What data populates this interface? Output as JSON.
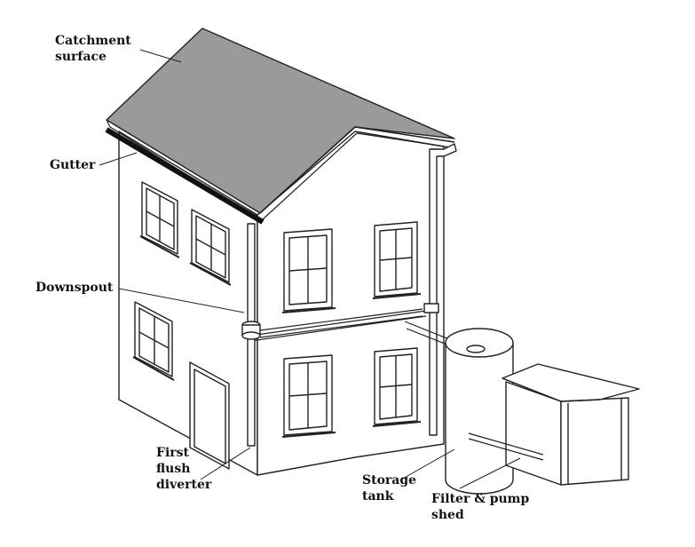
{
  "labels": {
    "catchment": [
      "Catchment",
      "surface"
    ],
    "gutter": "Gutter",
    "downspout": "Downspout",
    "first_flush": [
      "First",
      "flush",
      "diverter"
    ],
    "storage": [
      "Storage",
      "tank"
    ],
    "filter": [
      "Filter & pump",
      "shed"
    ]
  },
  "colors": {
    "roof": "#9a9a9a",
    "gutter": "#111111",
    "line": "#222222",
    "wall": "#ffffff"
  }
}
